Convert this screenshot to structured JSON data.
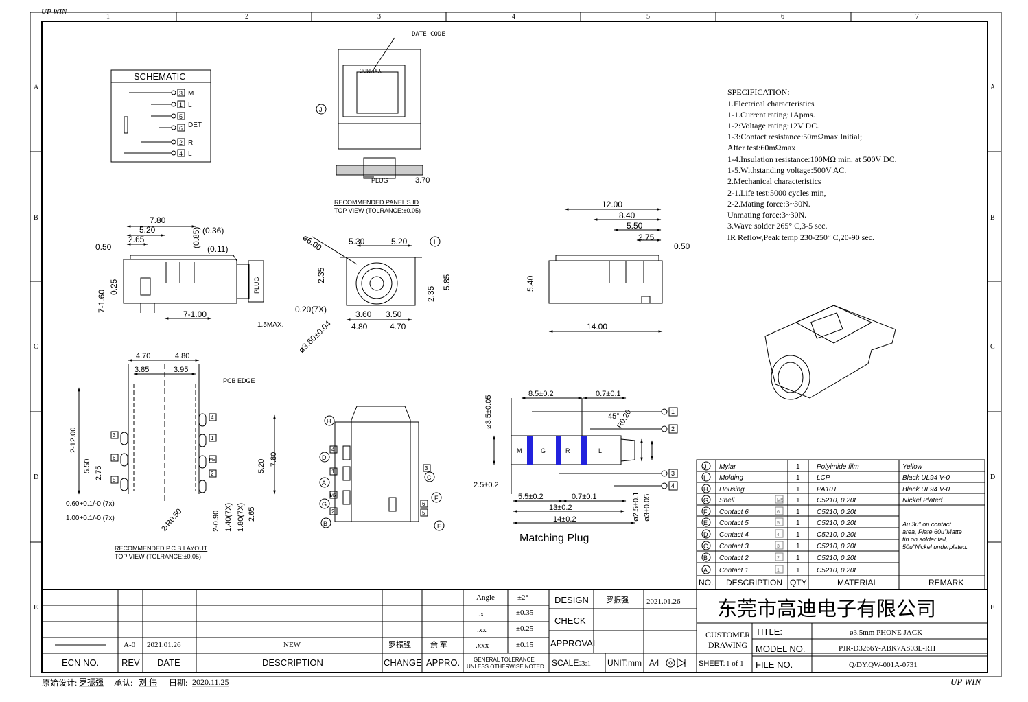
{
  "corner_tl": "UP WIN",
  "corner_br": "UP WIN",
  "col_labels": [
    "1",
    "2",
    "3",
    "4",
    "5",
    "6",
    "7"
  ],
  "row_labels": [
    "A",
    "B",
    "C",
    "D",
    "E"
  ],
  "schematic": {
    "title": "SCHEMATIC",
    "pins": [
      "3",
      "1",
      "5",
      "6",
      "2",
      "4"
    ],
    "signals": [
      "M",
      "L",
      "DET",
      "R",
      "L"
    ]
  },
  "top_view": {
    "date_code_label": "DATE CODE",
    "date_code_text": "YYMMDD",
    "ref_j": "J",
    "plug_label": "PLUG",
    "dim_plug": "3.70",
    "caption1": "RECOMMENDED PANEL'S ID",
    "caption2": "TOP VIEW (TOLRANCE:±0.05)"
  },
  "side_view": {
    "dims": [
      "7.80",
      "5.20",
      "2.65",
      "0.50",
      "(0.36)",
      "(0.85)",
      "(0.11)",
      "7-1.60",
      "0.25",
      "7-1.00",
      "1.5MAX."
    ],
    "plug_label": "PLUG"
  },
  "front_view": {
    "dims": [
      "ø6.00",
      "5.30",
      "5.20",
      "2.35",
      "2.35",
      "5.85",
      "0.20(7X)",
      "3.60",
      "3.50",
      "4.80",
      "4.70",
      "ø3.60±0.04"
    ],
    "ref_i": "I"
  },
  "right_view": {
    "dims": [
      "12.00",
      "8.40",
      "5.50",
      "2.75",
      "0.50",
      "5.40",
      "14.00"
    ]
  },
  "spec": {
    "lines": [
      "SPECIFICATION:",
      "1.Electrical characteristics",
      "  1-1.Current rating:1Apms.",
      "  1-2:Voltage rating:12V DC.",
      "  1-3:Contact resistance:50mΩmax Initial;",
      "          After test:60mΩmax",
      "  1-4.Insulation resistance:100MΩ min. at 500V DC.",
      "  1-5.Withstanding voltage:500V AC.",
      "2.Mechanical characteristics",
      "  2-1.Life test:5000 cycles min,",
      "  2-2.Mating force:3~30N.",
      "     Unmating force:3~30N.",
      "3.Wave solder 265° C,3-5 sec.",
      "IR Reflow,Peak temp 230-250° C,20-90 sec."
    ]
  },
  "pcb_layout": {
    "dims": [
      "4.70",
      "4.80",
      "3.85",
      "3.95",
      "2-12.00",
      "5.50",
      "2.75",
      "5.20",
      "7.80",
      "2-0.90",
      "1.40(7X)",
      "1.80(7X)",
      "2.65",
      "2-R0.50",
      "0.60+0.1/-0 (7x)",
      "1.00+0.1/-0 (7x)"
    ],
    "pcb_edge": "PCB EDGE",
    "pin_boxes_left": [
      "3",
      "6",
      "5"
    ],
    "pin_boxes_right": [
      "4",
      "1",
      "M5",
      "2"
    ],
    "caption1": "RECOMMENDED P.C.B LAYOUT",
    "caption2": "TOP VIEW (TOLRANCE:±0.05)"
  },
  "contact_view": {
    "refs": [
      "H",
      "D",
      "A",
      "G",
      "B",
      "C",
      "F",
      "E"
    ],
    "boxes": [
      "4",
      "1",
      "M5",
      "2",
      "3",
      "6",
      "5"
    ]
  },
  "plug": {
    "title": "Matching Plug",
    "dims": [
      "ø3.5±0.05",
      "8.5±0.2",
      "0.7±0.1",
      "45°",
      "R0.20",
      "2.5±0.2",
      "5.5±0.2",
      "0.7±0.1",
      "13±0.2",
      "14±0.2",
      "ø2.5±0.1",
      "ø3±0.05"
    ],
    "segments": [
      "M",
      "G",
      "R",
      "L"
    ],
    "callouts": [
      "1",
      "2",
      "3",
      "4"
    ],
    "ring_color": "#2222dd"
  },
  "bom": {
    "rows": [
      {
        "ref": "J",
        "desc": "Mylar",
        "box": "",
        "qty": "1",
        "material": "Polyimide film",
        "remark": "Yellow"
      },
      {
        "ref": "I",
        "desc": "Molding",
        "box": "",
        "qty": "1",
        "material": "LCP",
        "remark": "Black UL94 V-0"
      },
      {
        "ref": "H",
        "desc": "Housing",
        "box": "",
        "qty": "1",
        "material": "PA10T",
        "remark": "Black UL94 V-0"
      },
      {
        "ref": "G",
        "desc": "Shell",
        "box": "M5",
        "qty": "1",
        "material": "C5210, 0.20t",
        "remark": "Nickel Plated"
      },
      {
        "ref": "F",
        "desc": "Contact 6",
        "box": "6",
        "qty": "1",
        "material": "C5210, 0.20t",
        "remark": ""
      },
      {
        "ref": "E",
        "desc": "Contact 5",
        "box": "5",
        "qty": "1",
        "material": "C5210, 0.20t",
        "remark": ""
      },
      {
        "ref": "D",
        "desc": "Contact 4",
        "box": "4",
        "qty": "1",
        "material": "C5210, 0.20t",
        "remark": ""
      },
      {
        "ref": "C",
        "desc": "Contact 3",
        "box": "3",
        "qty": "1",
        "material": "C5210, 0.20t",
        "remark": ""
      },
      {
        "ref": "B",
        "desc": "Contact 2",
        "box": "2",
        "qty": "1",
        "material": "C5210, 0.20t",
        "remark": ""
      },
      {
        "ref": "A",
        "desc": "Contact 1",
        "box": "1",
        "qty": "1",
        "material": "C5210, 0.20t",
        "remark": ""
      }
    ],
    "contact_remark": [
      "Au 3u\" on contact",
      "area, Plate 60u\"Matte",
      "tin on solder tail,",
      "50u\"Nickel underplated."
    ],
    "header": {
      "no": "NO.",
      "desc": "DESCRIPTION",
      "qty": "QTY",
      "material": "MATERIAL",
      "remark": "REMARK"
    }
  },
  "title_block": {
    "tolerances": [
      {
        "label": "Angle",
        "value": "±2°"
      },
      {
        "label": ".x",
        "value": "±0.35"
      },
      {
        "label": ".xx",
        "value": "±0.25"
      },
      {
        "label": ".xxx",
        "value": "±0.15"
      }
    ],
    "general_tol1": "GENERAL TOLERANCE",
    "general_tol2": "UNLESS OTHERWISE NOTED",
    "design_label": "DESIGN",
    "design_name": "罗振强",
    "design_date": "2021.01.26",
    "check_label": "CHECK",
    "approval_label": "APPROVAL",
    "scale_label": "SCALE:",
    "scale_value": "3:1",
    "unit_label": "UNIT:mm",
    "paper": "A4",
    "company": "东莞市高迪电子有限公司",
    "customer": "CUSTOMER",
    "drawing": "DRAWING",
    "title_label": "TITLE:",
    "title_value": "ø3.5mm PHONE JACK",
    "model_label": "MODEL NO.",
    "model_value": "PJR-D3266Y-ABK7AS03L-RH",
    "sheet_label": "SHEET:",
    "sheet_value": "1 of 1",
    "file_label": "FILE NO.",
    "file_value": "Q/DY.QW-001A-0731",
    "rev_row": {
      "rev": "A-0",
      "date": "2021.01.26",
      "desc": "NEW",
      "change": "罗振强",
      "appro": "余 军"
    },
    "rev_header": {
      "ecn": "ECN NO.",
      "rev": "REV",
      "date": "DATE",
      "desc": "DESCRIPTION",
      "change": "CHANGE",
      "appro": "APPRO."
    }
  },
  "footer": {
    "orig_label": "原始设计:",
    "orig_name": "罗振强",
    "accept_label": "承认:",
    "accept_name": "刘 伟",
    "date_label": "日期:",
    "date_value": "2020.11.25"
  }
}
